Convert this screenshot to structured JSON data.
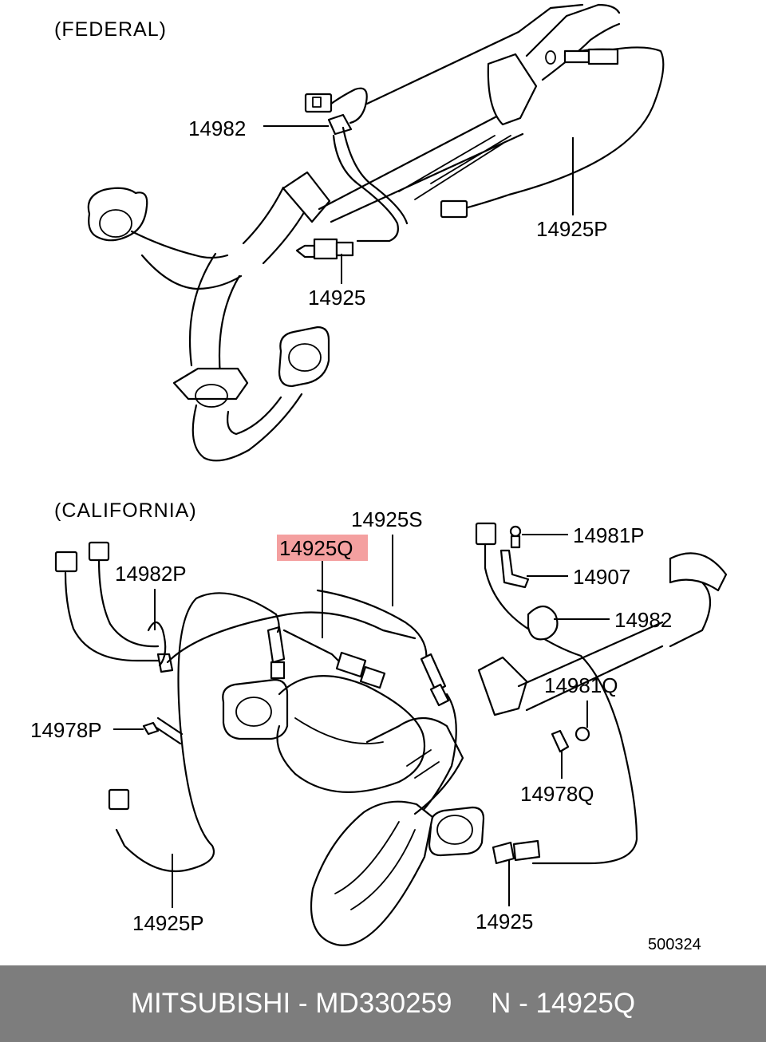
{
  "sections": {
    "federal": "(FEDERAL)",
    "california": "(CALIFORNIA)"
  },
  "federal_labels": {
    "l14982": "14982",
    "l14925P": "14925P",
    "l14925": "14925"
  },
  "california_labels": {
    "l14925S": "14925S",
    "l14925Q": "14925Q",
    "l14981P": "14981P",
    "l14982P": "14982P",
    "l14907": "14907",
    "l14982": "14982",
    "l14981Q": "14981Q",
    "l14978P": "14978P",
    "l14978Q": "14978Q",
    "l14925P": "14925P",
    "l14925": "14925"
  },
  "highlight_color": "#f4a0a0",
  "diagram_id": "500324",
  "footer": {
    "brand": "MITSUBISHI",
    "sep1": " - ",
    "part_number": "MD330259",
    "gap": "     ",
    "ref": "N - 14925Q"
  }
}
